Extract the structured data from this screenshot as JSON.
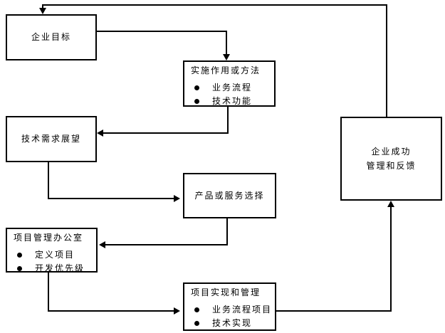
{
  "diagram": {
    "background_color": "#ffffff",
    "line_color": "#000000",
    "nodes": {
      "goal": {
        "title": "企业目标"
      },
      "methods": {
        "title": "实施作用或方法",
        "bullets": [
          "业务流程",
          "技术功能"
        ]
      },
      "tech_outlook": {
        "title": "技术需求展望"
      },
      "product": {
        "title": "产品或服务选择"
      },
      "pmo": {
        "title": "项目管理办公室",
        "bullets": [
          "定义项目",
          "开发优先级"
        ]
      },
      "implementation": {
        "title": "项目实现和管理",
        "bullets": [
          "业务流程项目",
          "技术实现"
        ]
      },
      "success": {
        "title_line1": "企业成功",
        "title_line2": "管理和反馈"
      }
    },
    "edges": [
      {
        "from": "goal",
        "to": "methods"
      },
      {
        "from": "methods",
        "to": "tech_outlook"
      },
      {
        "from": "tech_outlook",
        "to": "product"
      },
      {
        "from": "product",
        "to": "pmo"
      },
      {
        "from": "pmo",
        "to": "implementation"
      },
      {
        "from": "implementation",
        "to": "success"
      },
      {
        "from": "success",
        "to": "goal"
      }
    ]
  }
}
